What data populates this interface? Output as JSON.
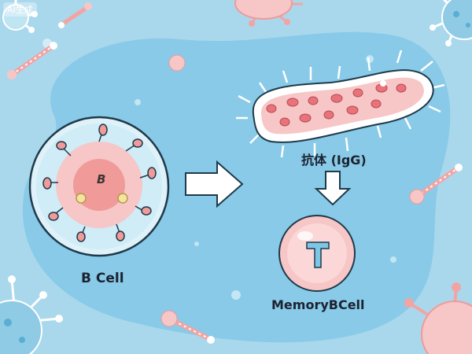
{
  "watermark": "AI生成",
  "b_cell": {
    "label": "B Cell",
    "nucleus_letter": "B"
  },
  "antibody": {
    "label": "抗体 (IgG)"
  },
  "memory_cell": {
    "label": "MemoryBCell",
    "nucleus_letter": "T"
  },
  "colors": {
    "background": "#a9d8ec",
    "blob": "#7ec6e6",
    "cell_pink": "#f7c6c6",
    "cell_core": "#f09a9a",
    "outline": "#1f3a4a"
  },
  "icons": [
    "arrow-right-icon",
    "arrow-down-icon",
    "virus-icon",
    "antibody-icon"
  ]
}
